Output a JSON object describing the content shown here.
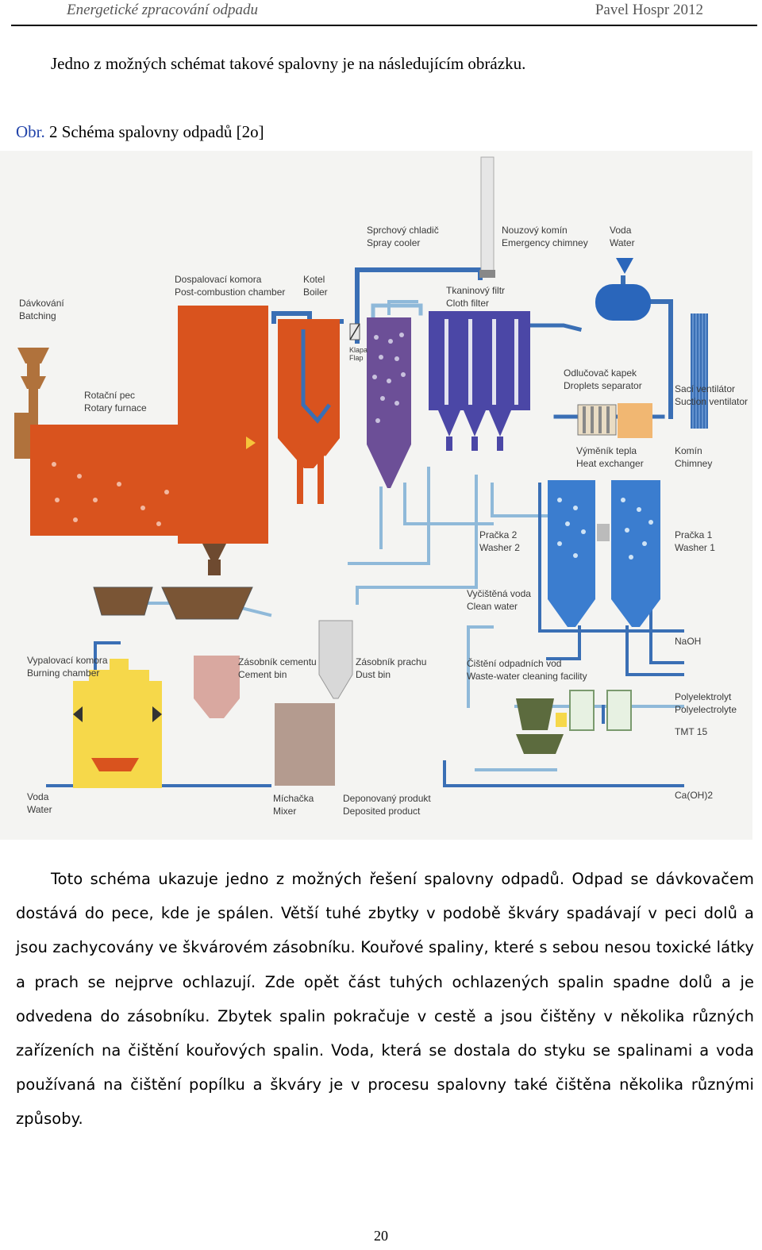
{
  "header": {
    "left": "Energetické zpracování odpadu",
    "right": "Pavel Hospr 2012"
  },
  "intro": "Jedno z možných schémat takové spalovny je na následujícím obrázku.",
  "caption": {
    "obr": "Obr.",
    "text": " 2 Schéma spalovny odpadů [2o]"
  },
  "figure": {
    "labels": {
      "batching": [
        "Dávkování",
        "Batching"
      ],
      "post_combustion": [
        "Dospalovací komora",
        "Post-combustion chamber"
      ],
      "boiler": [
        "Kotel",
        "Boiler"
      ],
      "spray_cooler": [
        "Sprchový chladič",
        "Spray cooler"
      ],
      "emergency_chimney": [
        "Nouzový komín",
        "Emergency chimney"
      ],
      "water_top": [
        "Voda",
        "Water"
      ],
      "cloth_filter": [
        "Tkaninový filtr",
        "Cloth filter"
      ],
      "flap": [
        "Klapa",
        "Flap"
      ],
      "rotary_furnace": [
        "Rotační pec",
        "Rotary furnace"
      ],
      "droplets_separator": [
        "Odlučovač kapek",
        "Droplets separator"
      ],
      "suction_ventilator": [
        "Sací ventilátor",
        "Suction ventilator"
      ],
      "heat_exchanger": [
        "Výměník tepla",
        "Heat exchanger"
      ],
      "chimney": [
        "Komín",
        "Chimney"
      ],
      "washer2": [
        "Pračka 2",
        "Washer 2"
      ],
      "washer1": [
        "Pračka 1",
        "Washer 1"
      ],
      "clean_water": [
        "Vyčištěná voda",
        "Clean water"
      ],
      "naoh": "NaOH",
      "burning_chamber": [
        "Vypalovací komora",
        "Burning chamber"
      ],
      "cement_bin": [
        "Zásobník cementu",
        "Cement bin"
      ],
      "dust_bin": [
        "Zásobník prachu",
        "Dust bin"
      ],
      "waste_water": [
        "Čištění odpadních vod",
        "Waste-water cleaning facility"
      ],
      "polyelectrolyte": [
        "Polyelektrolyt",
        "Polyelectrolyte"
      ],
      "tmt": "TMT 15",
      "water_bottom": [
        "Voda",
        "Water"
      ],
      "mixer": [
        "Míchačka",
        "Mixer"
      ],
      "deposited": [
        "Deponovaný produkt",
        "Deposited product"
      ],
      "caoh": "Ca(OH)2"
    },
    "colors": {
      "furnace": "#d9531e",
      "pipe": "#3a6fb5",
      "pipe_light": "#8fb9d9",
      "filter": "#5b54a3",
      "washer": "#3b7dcf",
      "burning": "#f6d84a",
      "mixer": "#b49b8f",
      "cement": "#d9a8a0",
      "dust": "#d8d8d8",
      "ash": "#7a5535"
    }
  },
  "body": "Toto schéma ukazuje jedno z možných řešení spalovny odpadů. Odpad se dávkovačem dostává do pece, kde je spálen. Větší tuhé zbytky v podobě škváry spadávají v peci dolů a jsou zachycovány ve škvárovém zásobníku. Kouřové spaliny, které s sebou nesou toxické látky a prach se nejprve ochlazují. Zde opět část tuhých ochlazených spalin spadne dolů a je odvedena do zásobníku. Zbytek spalin pokračuje v cestě a jsou čištěny v několika různých zařízeních na čištění kouřových spalin. Voda, která se dostala do styku se spalinami a voda používaná na čištění popílku a škváry je v procesu spalovny také čištěna několika různými způsoby.",
  "page_number": "20"
}
